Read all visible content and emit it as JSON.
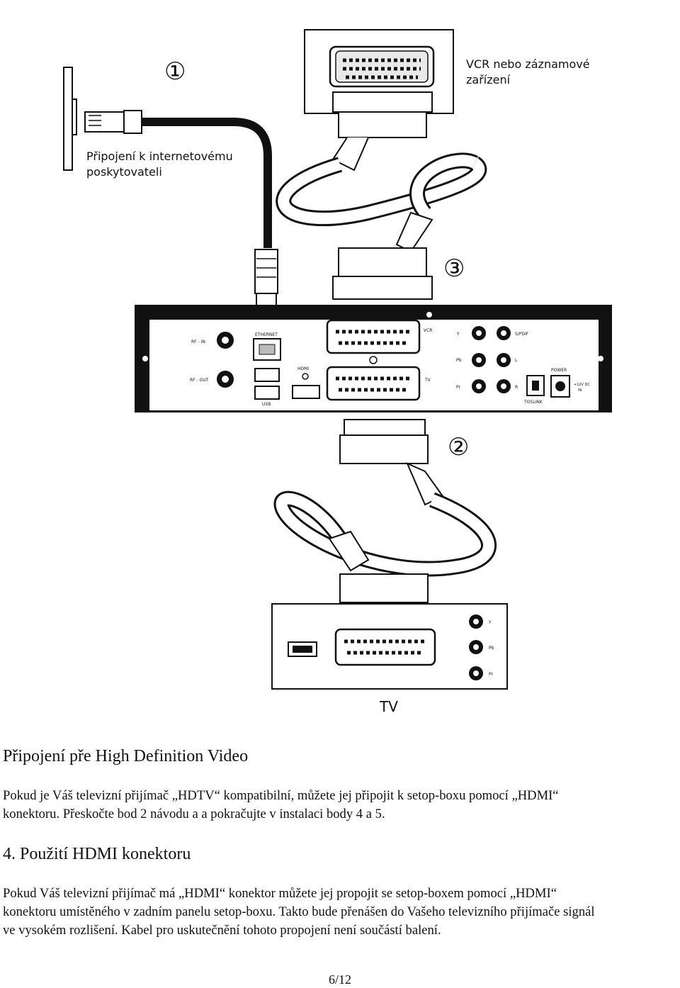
{
  "diagram": {
    "step_markers": [
      "①",
      "②",
      "③"
    ],
    "isp_label": [
      "Připojení k internetovému",
      "poskytovateli"
    ],
    "vcr_label": [
      "VCR nebo záznamové",
      "zařízení"
    ],
    "tv_label": "TV",
    "panel_labels": {
      "rf_in": "RF - IN",
      "rf_out": "RF - OUT",
      "ethernet": "ETHERNET",
      "usb": "USB",
      "hdmi": "HDMI",
      "vcr": "VCR",
      "tv": "TV",
      "y": "Y",
      "pb": "Pb",
      "pr": "Pr",
      "spdif": "S/PDIF",
      "l": "L",
      "r": "R",
      "power": "POWER",
      "toslink": "TOSLINK",
      "dc": "+12V DC",
      "dc_in": "IN"
    },
    "tv_panel_labels": {
      "y": "Y",
      "pb": "Pb",
      "pr": "Pr"
    }
  },
  "section_hd": {
    "heading": "Připojení pře High Definition Video",
    "paragraph_lines": [
      "Pokud je Váš televizní přijímač „HDTV“ kompatibilní, můžete jej připojit k setop-boxu pomocí „HDMI“",
      "konektoru. Přeskočte bod 2 návodu a a pokračujte v instalaci body 4 a 5."
    ]
  },
  "section_4": {
    "heading": "4. Použití HDMI konektoru",
    "paragraph_lines": [
      "Pokud Váš televizní přijímač má „HDMI“ konektor můžete jej propojit se setop-boxem pomocí „HDMI“",
      "konektoru umístěného v zadním panelu setop-boxu. Takto bude přenášen do Vašeho televizního přijímače signál",
      "ve vysokém rozlišení. Kabel pro uskutečnění tohoto propojení není součástí balení."
    ]
  },
  "page_number": "6/12"
}
